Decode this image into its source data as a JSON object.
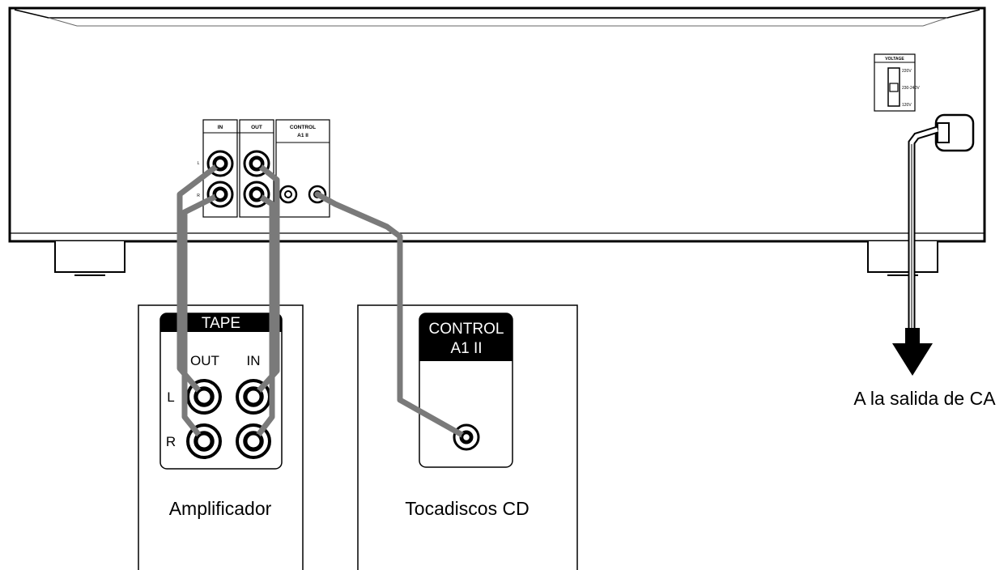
{
  "deck": {
    "jacks": {
      "in_label": "IN",
      "out_label": "OUT",
      "control_label_line1": "CONTROL",
      "control_label_line2": "A1 II",
      "left_label": "L",
      "right_label": "R"
    },
    "voltage_selector": {
      "title": "VOLTAGE",
      "options": [
        "220V",
        "230-240V",
        "120V"
      ]
    }
  },
  "amplifier": {
    "header": "TAPE",
    "col_out": "OUT",
    "col_in": "IN",
    "row_l": "L",
    "row_r": "R",
    "caption": "Amplificador"
  },
  "cd_player": {
    "header_line1": "CONTROL",
    "header_line2": "A1 II",
    "caption": "Tocadiscos CD"
  },
  "power": {
    "caption": "A la salida de CA"
  },
  "colors": {
    "cable": "#7a7a7a",
    "header_bg": "#000000"
  }
}
